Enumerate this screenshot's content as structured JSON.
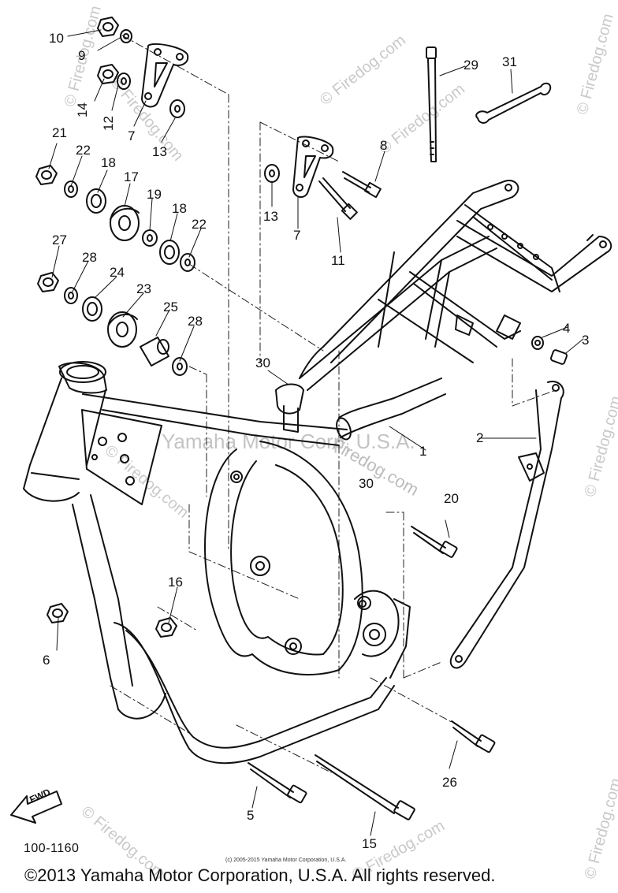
{
  "diagram": {
    "drawing_code": "100-1160",
    "fwd_label": "FWD",
    "small_copyright": "(c) 2005-2015 Yamaha Motor Corporation, U.S.A.",
    "copyright": "©2013 Yamaha Motor Corporation, U.S.A. All rights reserved.",
    "watermarks": {
      "firedog": "Firedog.com",
      "firedog_copyright": "© Firedog.com",
      "corp": "Yamaha Motor Corp, U.S.A."
    },
    "callouts": {
      "p1": "1",
      "p2": "2",
      "p3": "3",
      "p4": "4",
      "p5": "5",
      "p6": "6",
      "p7a": "7",
      "p7b": "7",
      "p8": "8",
      "p9": "9",
      "p10": "10",
      "p11": "11",
      "p12": "12",
      "p13a": "13",
      "p13b": "13",
      "p14": "14",
      "p15": "15",
      "p16": "16",
      "p17": "17",
      "p18a": "18",
      "p18b": "18",
      "p19": "19",
      "p20": "20",
      "p21": "21",
      "p22a": "22",
      "p22b": "22",
      "p23": "23",
      "p24": "24",
      "p25": "25",
      "p26": "26",
      "p27": "27",
      "p28a": "28",
      "p28b": "28",
      "p29": "29",
      "p30": "30",
      "p31": "31",
      "p30b": "30"
    }
  }
}
